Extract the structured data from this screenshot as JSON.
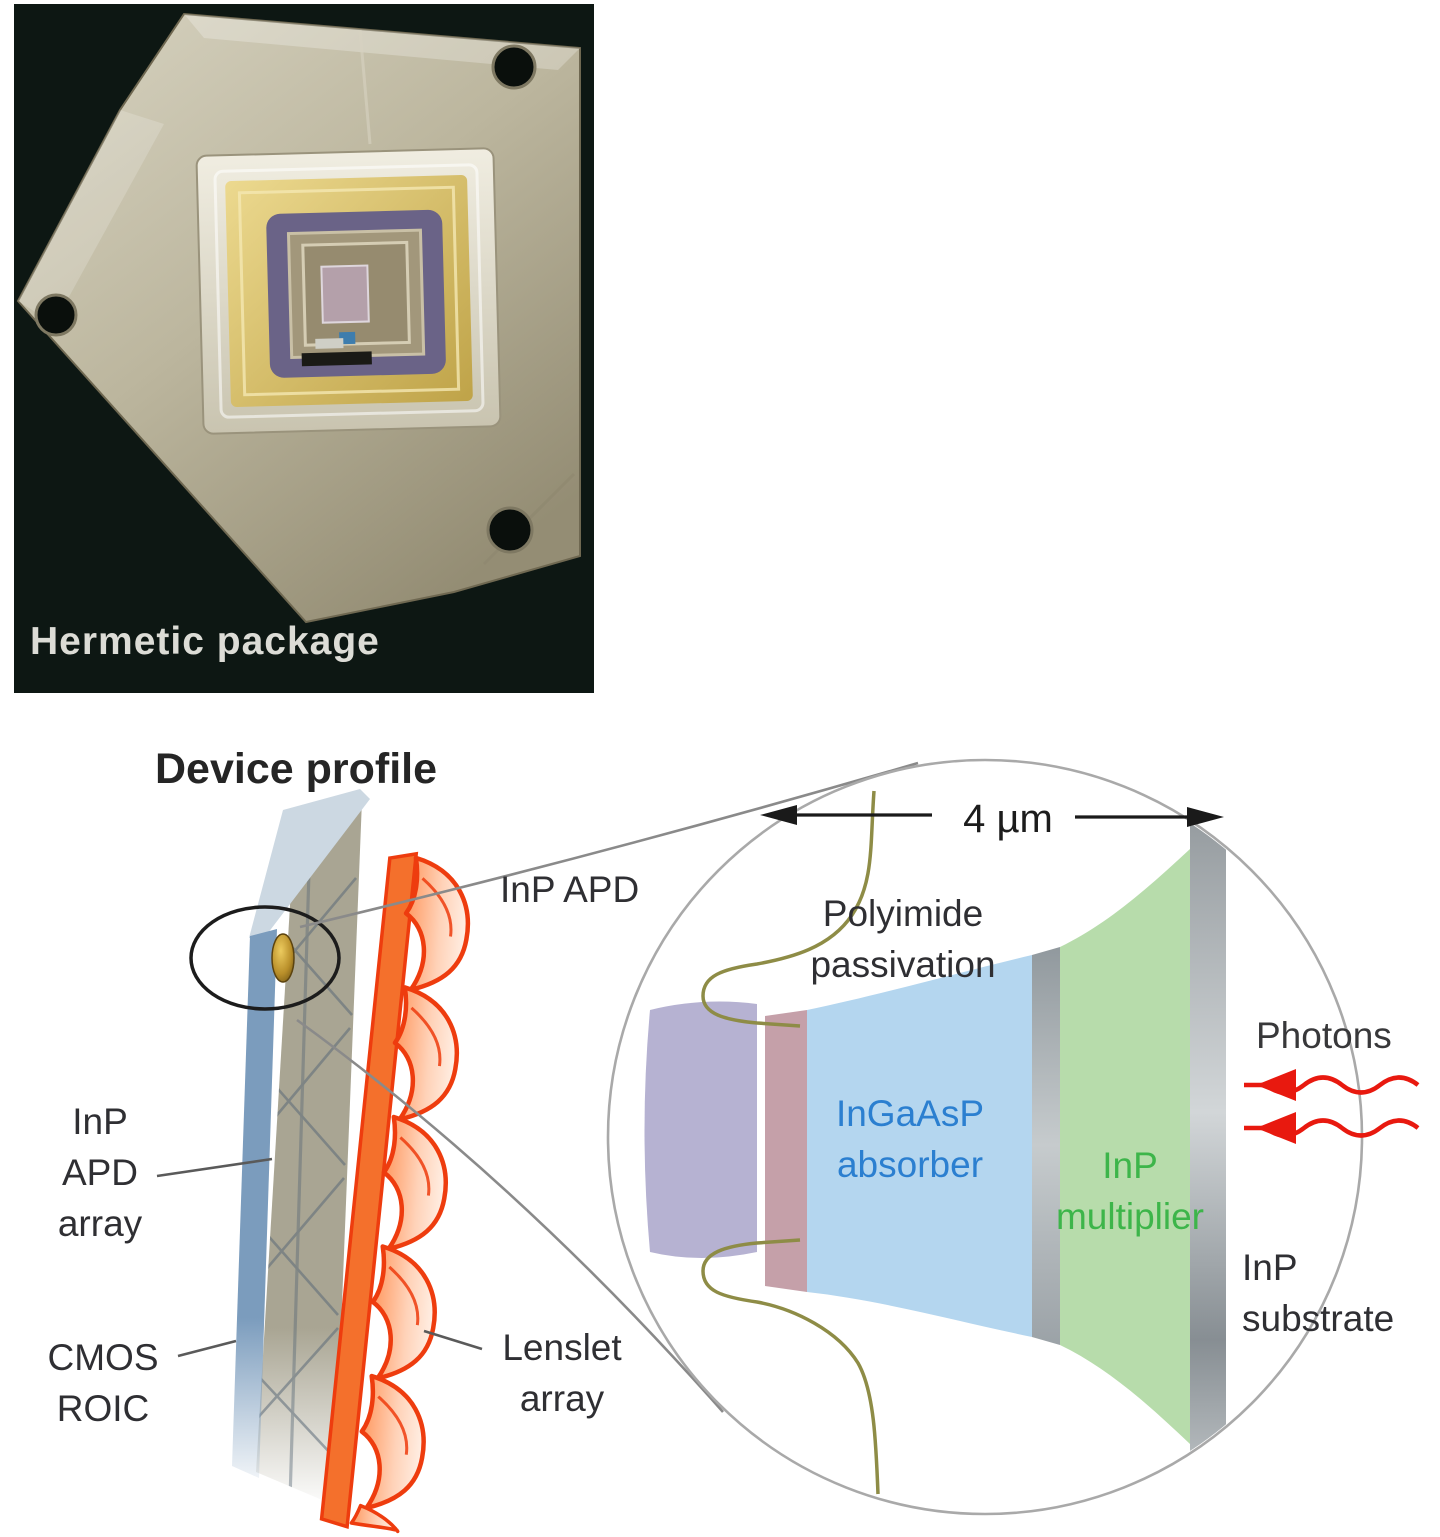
{
  "photo": {
    "caption": "Hermetic package"
  },
  "figure": {
    "title": "Device profile",
    "labels": {
      "apd_array": "InP\nAPD\narray",
      "cmos_roic": "CMOS\nROIC",
      "lenslet_array": "Lenslet\narray"
    }
  },
  "inset": {
    "dimension": "4 µm",
    "labels": {
      "inp_apd": "InP APD",
      "polyimide": "Polyimide\npassivation",
      "absorber": "InGaAsP\nabsorber",
      "multiplier": "InP\nmultiplier",
      "photons": "Photons",
      "substrate": "InP\nsubstrate"
    }
  },
  "colors": {
    "absorber_fill": "#b4d6ef",
    "absorber_text": "#2b7fd0",
    "multiplier_fill": "#b7dcab",
    "multiplier_text": "#3db54a",
    "mesa_lavender": "#b6b2d2",
    "contact_pink": "#c5a0a9",
    "substrate_gray": "#a7adb1",
    "passivation_olive": "#8e8c46",
    "photon_red": "#e8190f",
    "lenslet_orange": "#ee3c0e",
    "roic_blue": "#7b9cbd",
    "chip_gray": "#a9a593",
    "photo_background": "#0d1713",
    "package_metal": "#c2bda8",
    "carrier_purple": "#6a6387",
    "cavity_gold": "#d5bf6e"
  }
}
